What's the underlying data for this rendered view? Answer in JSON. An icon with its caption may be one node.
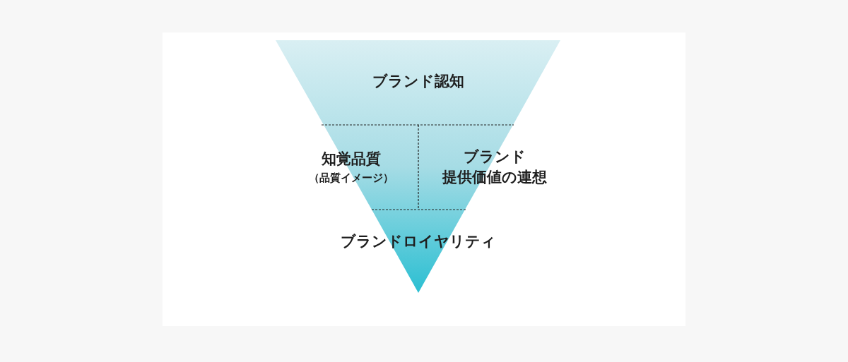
{
  "diagram": {
    "nodes": [
      {
        "text": [
          "ブランド認知"
        ]
      },
      {
        "text": [
          "知覚品質",
          "（品質イメージ）"
        ]
      },
      {
        "text": [
          "ブランド",
          "提供価値の連想"
        ]
      },
      {
        "text": [
          "ブランドロイヤリティ"
        ]
      }
    ],
    "edges": []
  }
}
